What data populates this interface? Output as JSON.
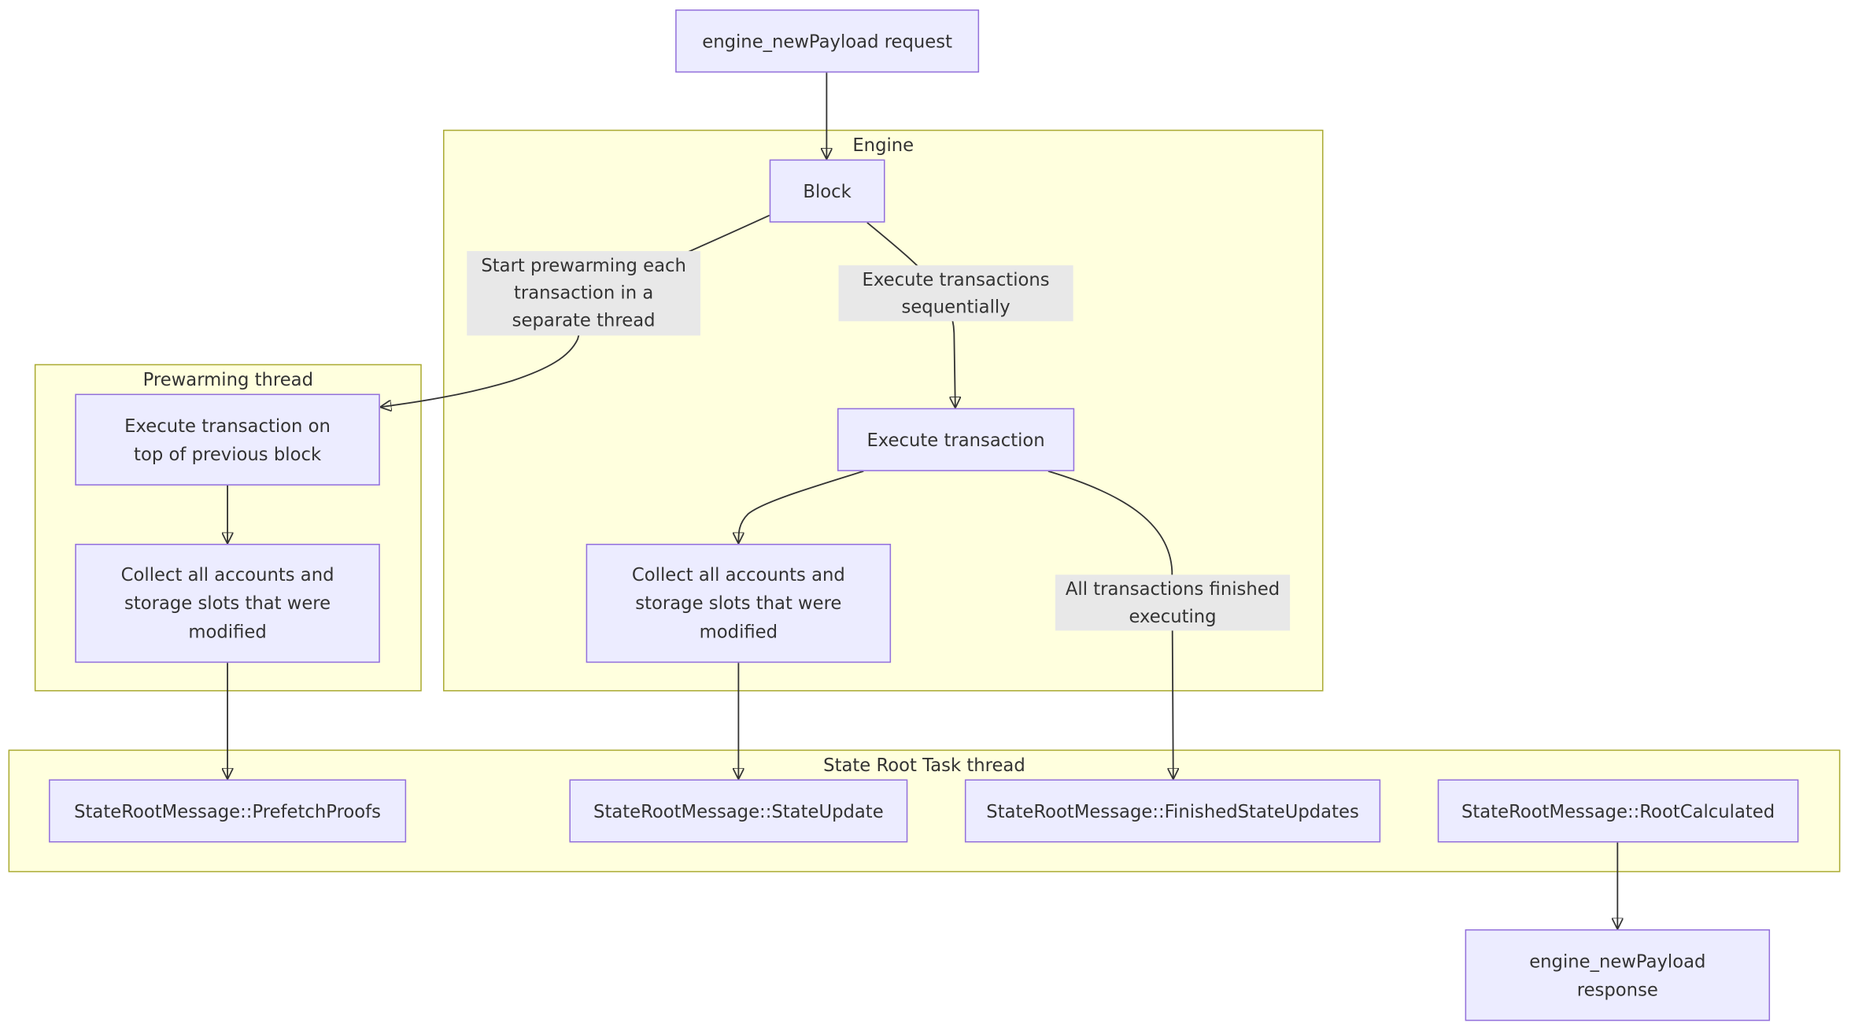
{
  "clusters": {
    "engine": "Engine",
    "prewarm": "Prewarming thread",
    "state_root": "State Root Task thread"
  },
  "nodes": {
    "request": "engine_newPayload request",
    "block": "Block",
    "exec_tx": "Execute transaction",
    "collect_engine": "Collect all accounts and storage slots that were modified",
    "exec_prev": "Execute transaction on top of previous block",
    "collect_prewarm": "Collect all accounts and storage slots that were modified",
    "prefetch": "StateRootMessage::PrefetchProofs",
    "state_update": "StateRootMessage::StateUpdate",
    "finished": "StateRootMessage::FinishedStateUpdates",
    "root_calc": "StateRootMessage::RootCalculated",
    "response": "engine_newPayload response"
  },
  "edge_labels": {
    "prewarm": "Start prewarming each transaction in a separate thread",
    "sequential": "Execute transactions sequentially",
    "finished": "All transactions finished executing"
  },
  "colors": {
    "node_fill": "#ececff",
    "node_border": "#9370db",
    "cluster_fill": "#ffffde",
    "cluster_border": "#aaaa33",
    "edge": "#333333",
    "edge_label_bg": "#e8e8e8"
  }
}
